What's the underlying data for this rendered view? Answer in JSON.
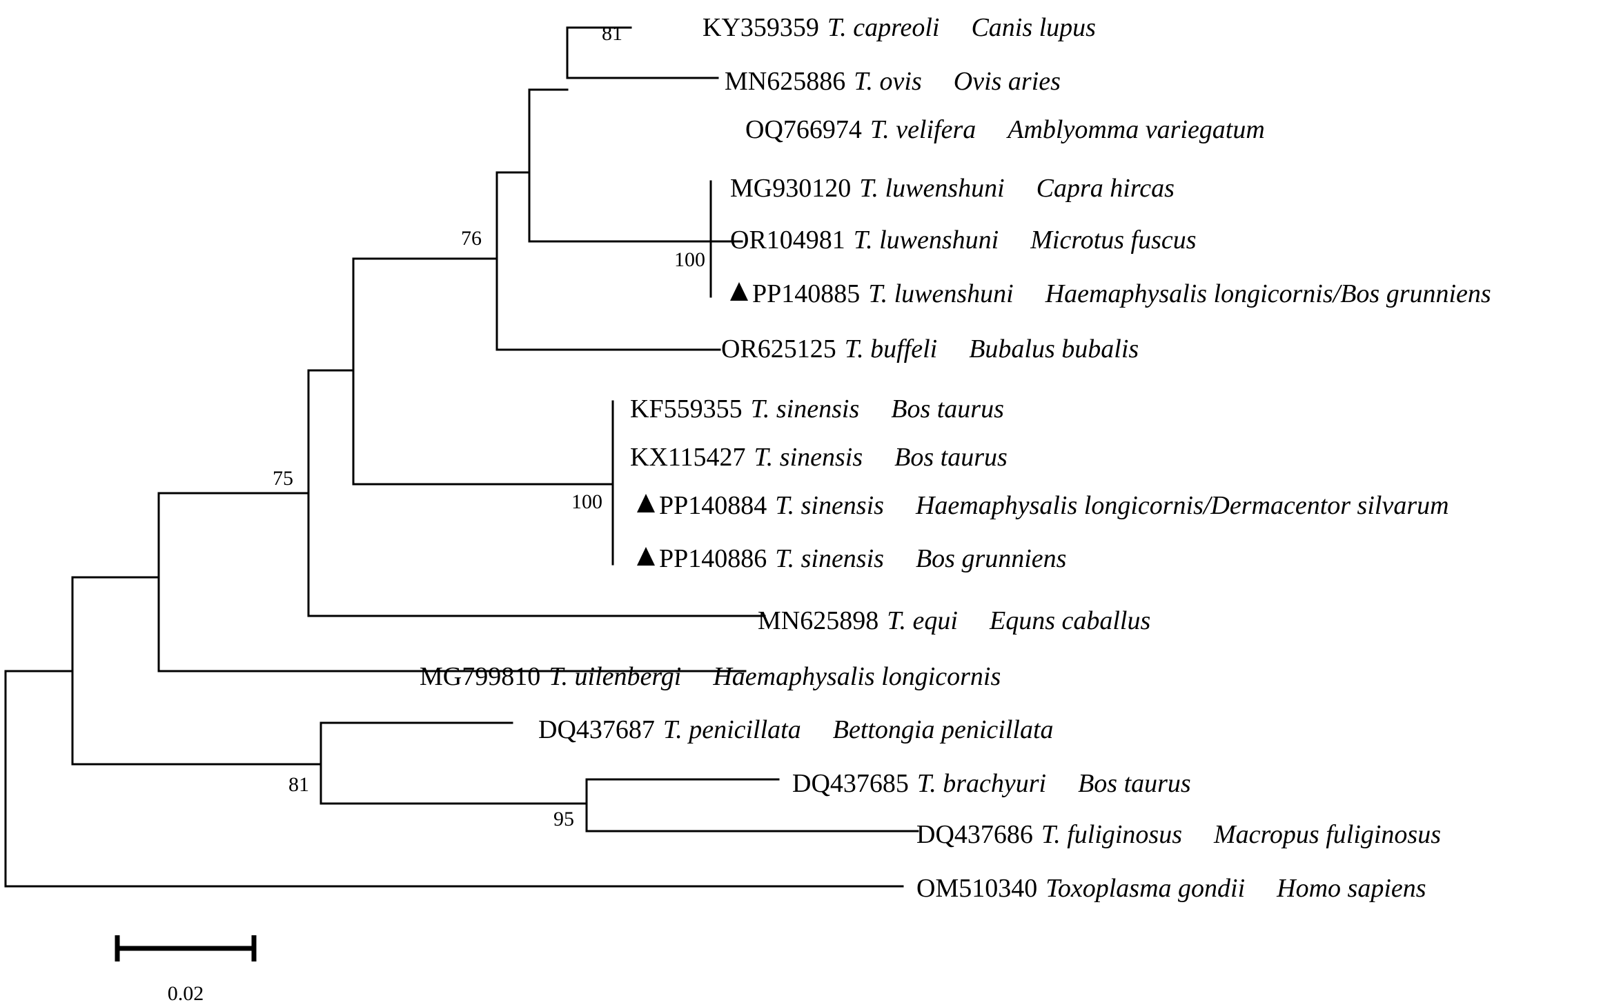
{
  "tree": {
    "taxa": [
      {
        "accession": "KY359359",
        "species": "T. capreoli",
        "host": "Canis lupus",
        "marked": false
      },
      {
        "accession": "MN625886",
        "species": "T. ovis",
        "host": "Ovis aries",
        "marked": false
      },
      {
        "accession": "OQ766974",
        "species": "T. velifera",
        "host": "Amblyomma variegatum",
        "marked": false
      },
      {
        "accession": "MG930120",
        "species": "T. luwenshuni",
        "host": "Capra hircas",
        "marked": false
      },
      {
        "accession": "OR104981",
        "species": "T. luwenshuni",
        "host": "Microtus fuscus",
        "marked": false
      },
      {
        "accession": "PP140885",
        "species": "T. luwenshuni",
        "host": "Haemaphysalis longicornis/Bos grunniens",
        "marked": true
      },
      {
        "accession": "OR625125",
        "species": "T. buffeli",
        "host": "Bubalus bubalis",
        "marked": false
      },
      {
        "accession": "KF559355",
        "species": "T. sinensis",
        "host": "Bos taurus",
        "marked": false
      },
      {
        "accession": "KX115427",
        "species": "T. sinensis",
        "host": "Bos taurus",
        "marked": false
      },
      {
        "accession": "PP140884",
        "species": "T. sinensis",
        "host": "Haemaphysalis longicornis/Dermacentor silvarum",
        "marked": true
      },
      {
        "accession": "PP140886",
        "species": "T. sinensis",
        "host": "Bos grunniens",
        "marked": true
      },
      {
        "accession": "MN625898",
        "species": "T. equi",
        "host": "Equns caballus",
        "marked": false
      },
      {
        "accession": "MG799810",
        "species": "T. uilenbergi",
        "host": "Haemaphysalis longicornis",
        "marked": false
      },
      {
        "accession": "DQ437687",
        "species": "T. penicillata",
        "host": "Bettongia penicillata",
        "marked": false
      },
      {
        "accession": "DQ437685",
        "species": "T. brachyuri",
        "host": "Bos taurus",
        "marked": false
      },
      {
        "accession": "DQ437686",
        "species": "T. fuliginosus",
        "host": "Macropus fuliginosus",
        "marked": false
      },
      {
        "accession": "OM510340",
        "species": "Toxoplasma gondii",
        "host": "Homo sapiens",
        "marked": false
      }
    ],
    "bootstrap": [
      "81",
      "76",
      "100",
      "100",
      "75",
      "81",
      "95"
    ]
  },
  "scale": {
    "label": "0.02"
  }
}
